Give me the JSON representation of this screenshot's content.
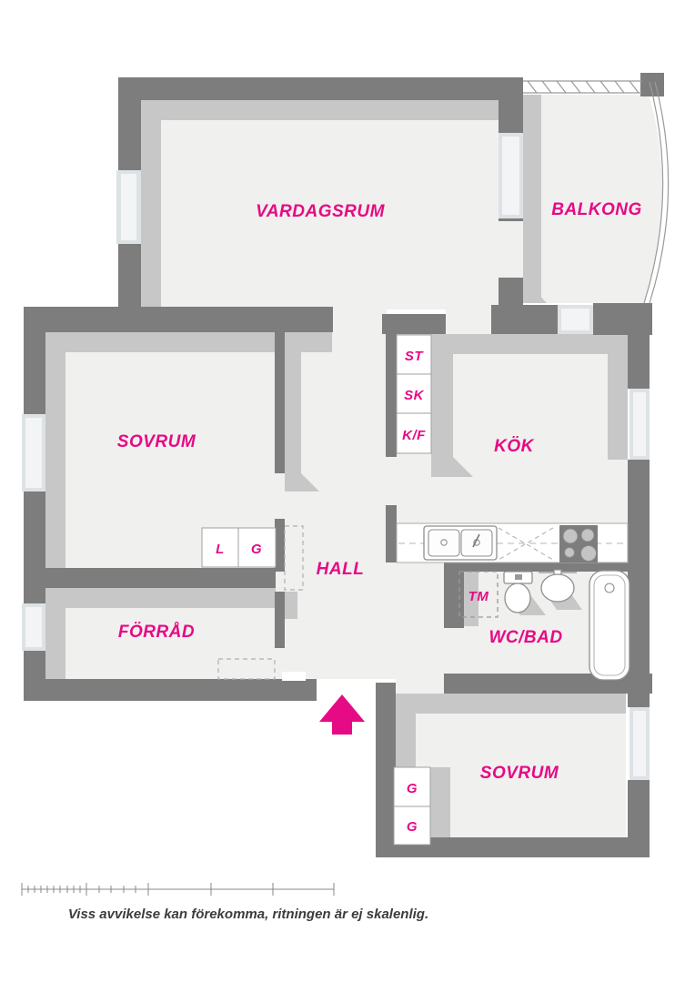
{
  "plan": {
    "rooms": [
      {
        "id": "vardagsrum",
        "label": "VARDAGSRUM"
      },
      {
        "id": "balkong",
        "label": "BALKONG"
      },
      {
        "id": "sovrum1",
        "label": "SOVRUM"
      },
      {
        "id": "kok",
        "label": "KÖK"
      },
      {
        "id": "hall",
        "label": "HALL"
      },
      {
        "id": "forrad",
        "label": "FÖRRÅD"
      },
      {
        "id": "wcbad",
        "label": "WC/BAD"
      },
      {
        "id": "sovrum2",
        "label": "SOVRUM"
      }
    ],
    "closets": [
      {
        "id": "st",
        "label": "ST"
      },
      {
        "id": "sk",
        "label": "SK"
      },
      {
        "id": "kf",
        "label": "K/F"
      },
      {
        "id": "l",
        "label": "L"
      },
      {
        "id": "g1",
        "label": "G"
      },
      {
        "id": "g2",
        "label": "G"
      },
      {
        "id": "g3",
        "label": "G"
      },
      {
        "id": "tm",
        "label": "TM"
      }
    ],
    "colors": {
      "wall": "#7d7d7d",
      "bevel": "#c7c7c7",
      "floor": "#f0f0ef",
      "window": "#dde2e5",
      "accent": "#e60a85",
      "fixture_stroke": "#8f8f8f"
    },
    "footer": {
      "disclaimer": "Viss avvikelse kan förekomma, ritningen är ej skalenlig."
    }
  }
}
